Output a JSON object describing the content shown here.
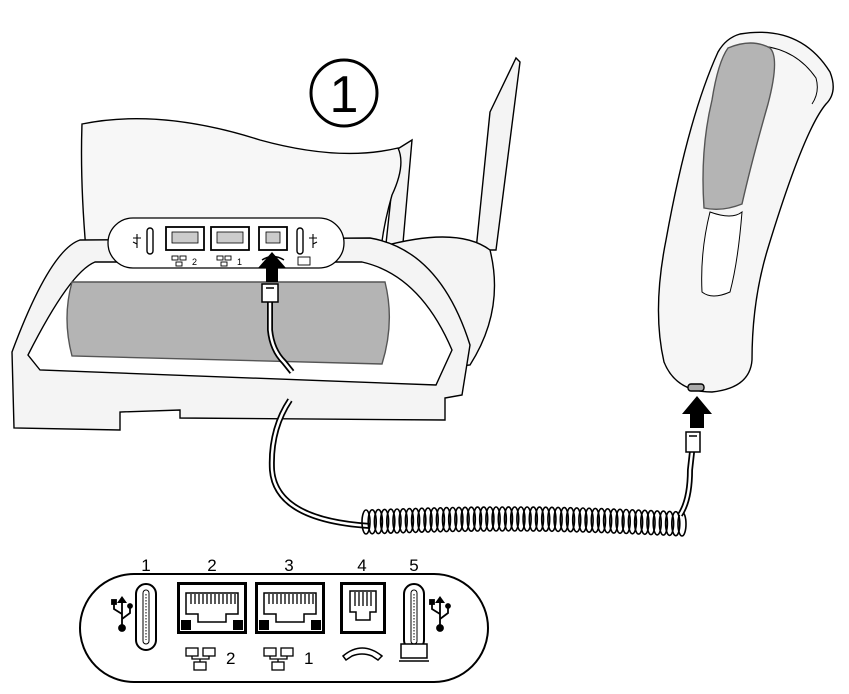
{
  "step_marker": "1",
  "detail_panel": {
    "port_numbers": [
      "1",
      "2",
      "3",
      "4",
      "5"
    ],
    "lan_labels": [
      "2",
      "1"
    ]
  },
  "phone_panel": {
    "lan_labels": [
      "2",
      "1"
    ]
  },
  "icons": [
    "usb-icon",
    "lan-icon",
    "handset-icon",
    "display-icon",
    "rj45-port",
    "rj11-port"
  ]
}
